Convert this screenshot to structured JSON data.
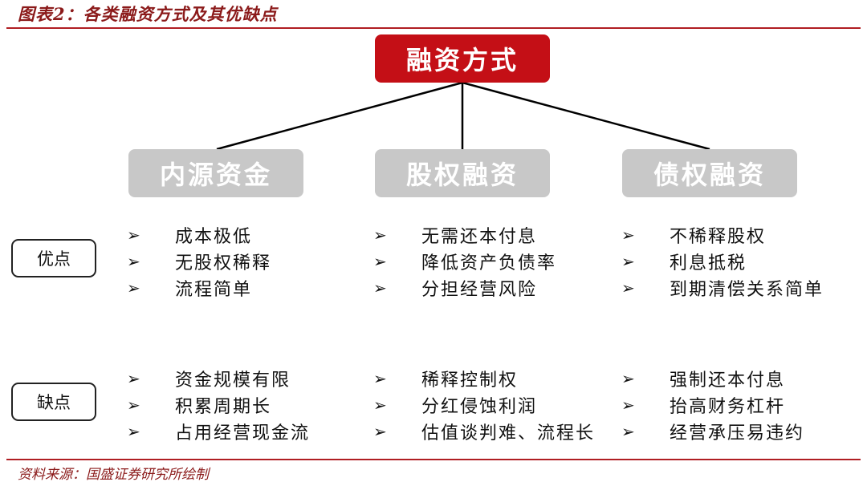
{
  "figure_title": "图表2：各类融资方式及其优缺点",
  "root": "融资方式",
  "categories": [
    {
      "name": "内源资金",
      "pros": [
        "成本极低",
        "无股权稀释",
        "流程简单"
      ],
      "cons": [
        "资金规模有限",
        "积累周期长",
        "占用经营现金流"
      ]
    },
    {
      "name": "股权融资",
      "pros": [
        "无需还本付息",
        "降低资产负债率",
        "分担经营风险"
      ],
      "cons": [
        "稀释控制权",
        "分红侵蚀利润",
        "估值谈判难、流程长"
      ]
    },
    {
      "name": "债权融资",
      "pros": [
        "不稀释股权",
        "利息抵税",
        "到期清偿关系简单"
      ],
      "cons": [
        "强制还本付息",
        "抬高财务杠杆",
        "经营承压易违约"
      ]
    }
  ],
  "row_labels": {
    "pros": "优点",
    "cons": "缺点"
  },
  "bullet_symbol": "➢",
  "source": "资料来源：国盛证券研究所绘制",
  "colors": {
    "root_box": "#c40f16",
    "category_box": "#c8c8c8",
    "rule": "#b01e23",
    "title_text": "#8b1a1a"
  }
}
